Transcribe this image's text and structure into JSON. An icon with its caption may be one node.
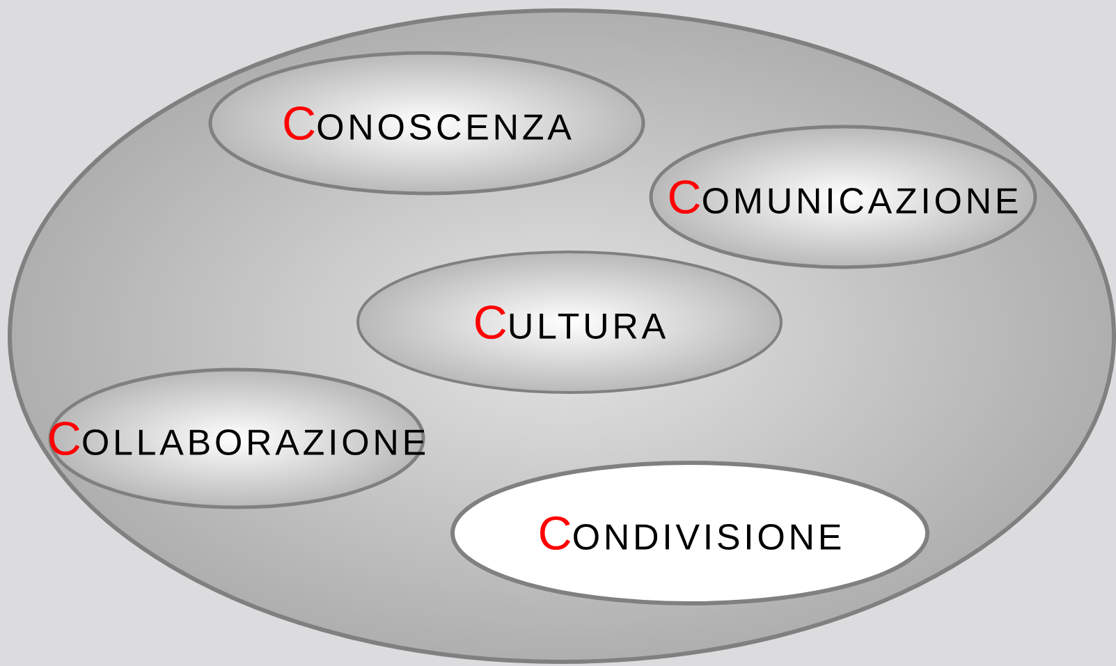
{
  "diagram": {
    "nodes": [
      {
        "text": [],
        "shape": "ellipse"
      },
      {
        "text": [
          "CONOSCENZA"
        ],
        "in": 0
      },
      {
        "text": [
          "COMUNICAZIONE"
        ],
        "in": 0
      },
      {
        "text": [
          "CULTURA"
        ],
        "in": 0
      },
      {
        "text": [
          "COLLABORAZIONE"
        ],
        "in": 0
      },
      {
        "text": [
          "CONDIVISIONE"
        ],
        "in": 0
      }
    ]
  }
}
